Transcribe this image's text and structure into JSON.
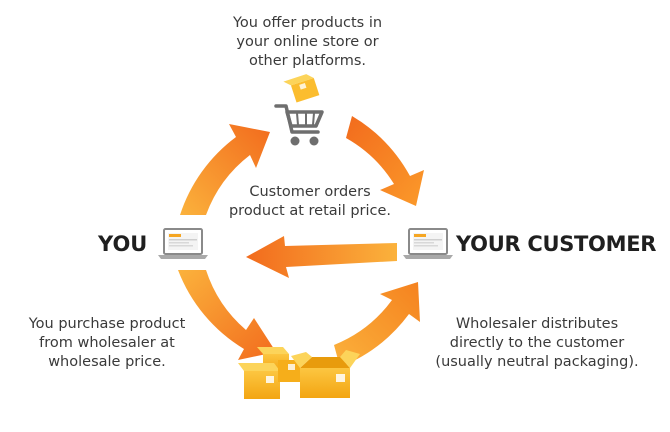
{
  "labels": {
    "top": "You offer products in\nyour online store or\nother platforms.",
    "center": "Customer orders\nproduct at retail price.",
    "left": "You purchase product\nfrom wholesaler at\nwholesale price.",
    "right": "Wholesaler distributes\ndirectly to the customer\n(usually neutral packaging).",
    "you": "YOU",
    "customer": "YOUR CUSTOMER"
  },
  "colors": {
    "arrow_dark": "#f26b1d",
    "arrow_light": "#fbb23c",
    "box": "#f9b41a",
    "box_dark": "#e89b0c",
    "cart": "#6e6e6e",
    "text": "#3a3a3a",
    "heading": "#1f1f1f"
  },
  "icons": [
    "shopping-cart-icon",
    "laptop-icon",
    "boxes-icon"
  ]
}
